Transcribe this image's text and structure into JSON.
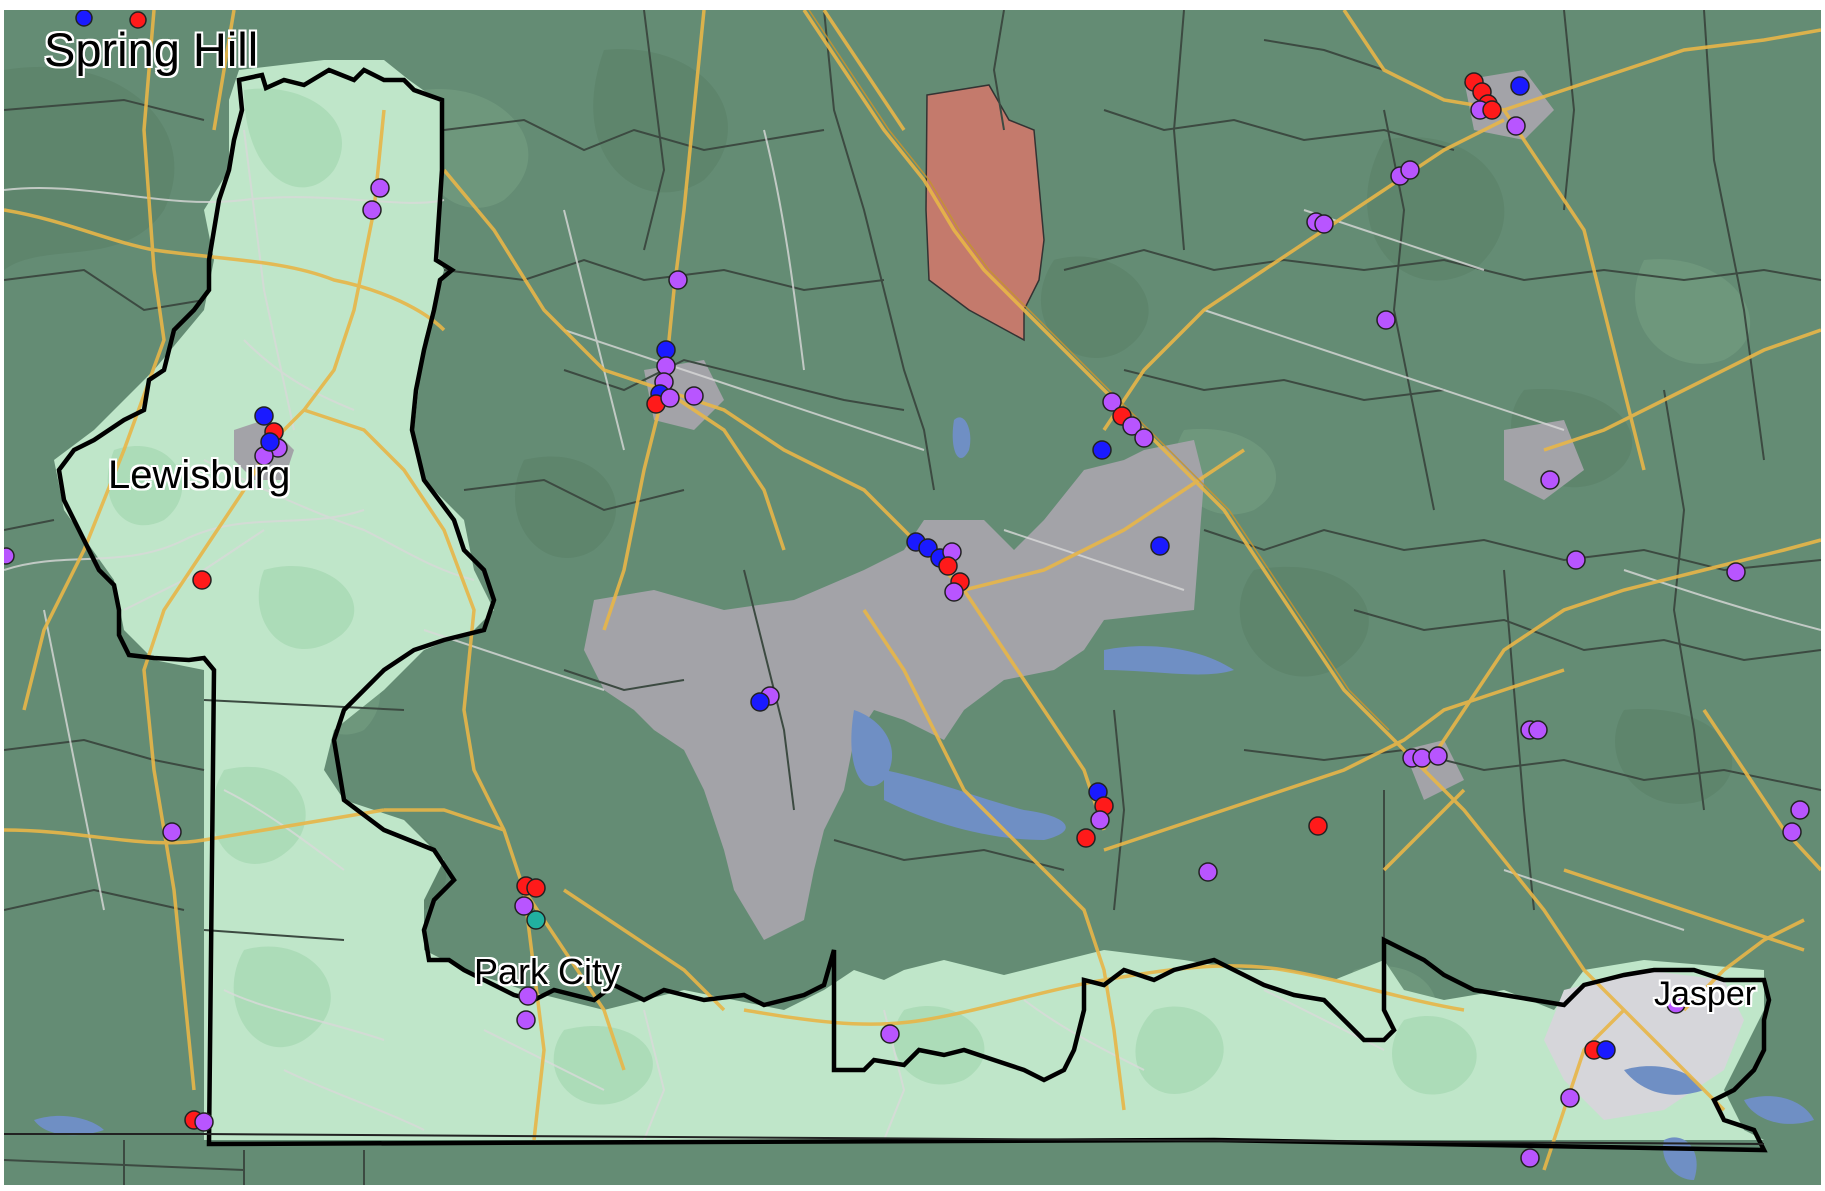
{
  "map": {
    "labels": {
      "spring_hill": "Spring Hill",
      "lewisburg": "Lewisburg",
      "park_city": "Park City",
      "jasper": "Jasper"
    },
    "colors": {
      "outside_county": "#648c74",
      "selected_region": "#bfe6c9",
      "metro_gray": "#a3a3a8",
      "highlight_red": "#c47a6c",
      "water": "#6f8fc4",
      "interstate": "#e8b648",
      "local_road": "#d9d9d9",
      "boundary_black": "#000000",
      "marker_red": "#ff1a1a",
      "marker_blue": "#1a1aff",
      "marker_purple": "#b855ff",
      "marker_teal": "#21b0a0"
    },
    "marker_legend_colors": [
      "red",
      "blue",
      "purple",
      "teal"
    ]
  }
}
